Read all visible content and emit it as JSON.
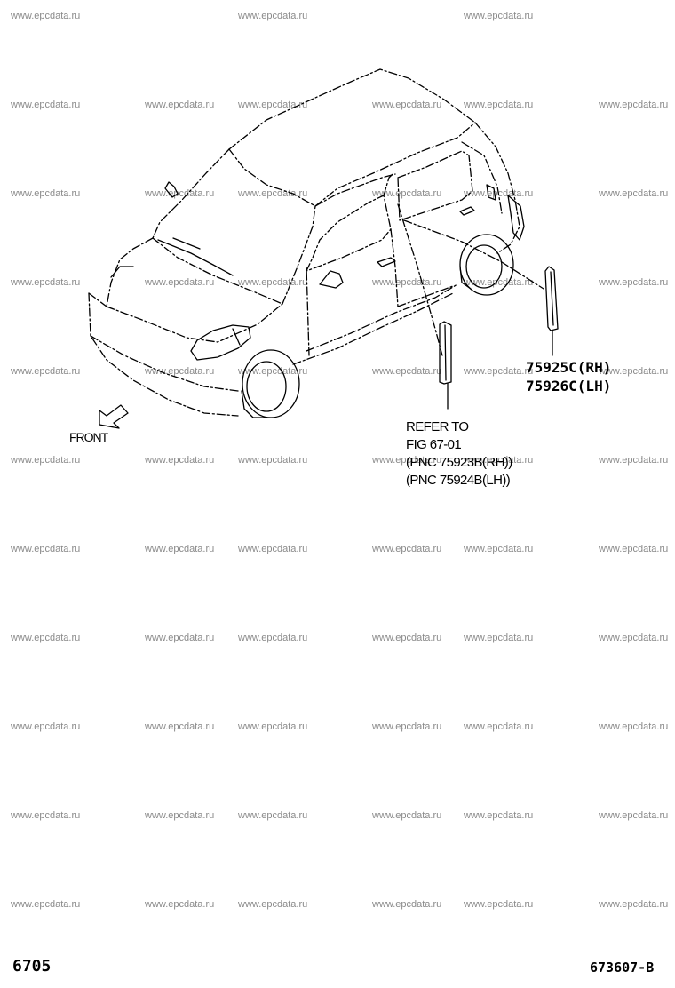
{
  "watermark_text": "www.epcdata.ru",
  "front_label": "FRONT",
  "refer_note": {
    "line1": "REFER TO",
    "line2": "FIG 67-01",
    "line3": "(PNC 75923B(RH))",
    "line4": "(PNC 75924B(LH))"
  },
  "part_labels": {
    "rh": "75925C(RH)",
    "lh": "75926C(LH)"
  },
  "footer": {
    "page_number": "6705",
    "figure_code": "673607-B"
  },
  "icons": {
    "front_arrow": "front-arrow-icon"
  }
}
